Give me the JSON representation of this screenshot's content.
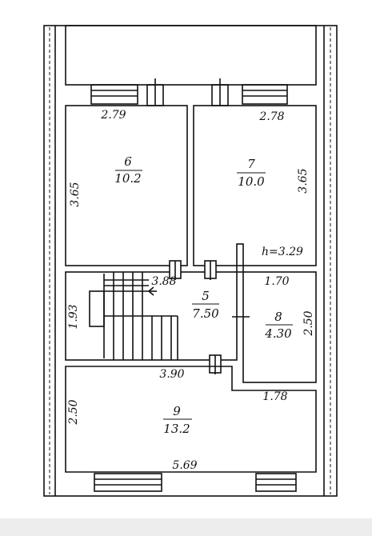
{
  "plan": {
    "rooms": [
      {
        "id": "6",
        "number": "6",
        "area": "10.2"
      },
      {
        "id": "7",
        "number": "7",
        "area": "10.0"
      },
      {
        "id": "5",
        "number": "5",
        "area": "7.50"
      },
      {
        "id": "8",
        "number": "8",
        "area": "4.30"
      },
      {
        "id": "9",
        "number": "9",
        "area": "13.2"
      }
    ],
    "dimensions": {
      "r6_width": "2.79",
      "r6_height": "3.65",
      "r7_width": "2.78",
      "r7_height": "3.65",
      "ceiling_height": "h=3.29",
      "r5_width": "3.88",
      "r5_height": "1.93",
      "r8_width": "1.70",
      "r8_height": "2.50",
      "r9_top_width": "3.90",
      "r9_right_width": "1.78",
      "r9_height": "2.50",
      "r9_bottom_width": "5.69"
    }
  }
}
